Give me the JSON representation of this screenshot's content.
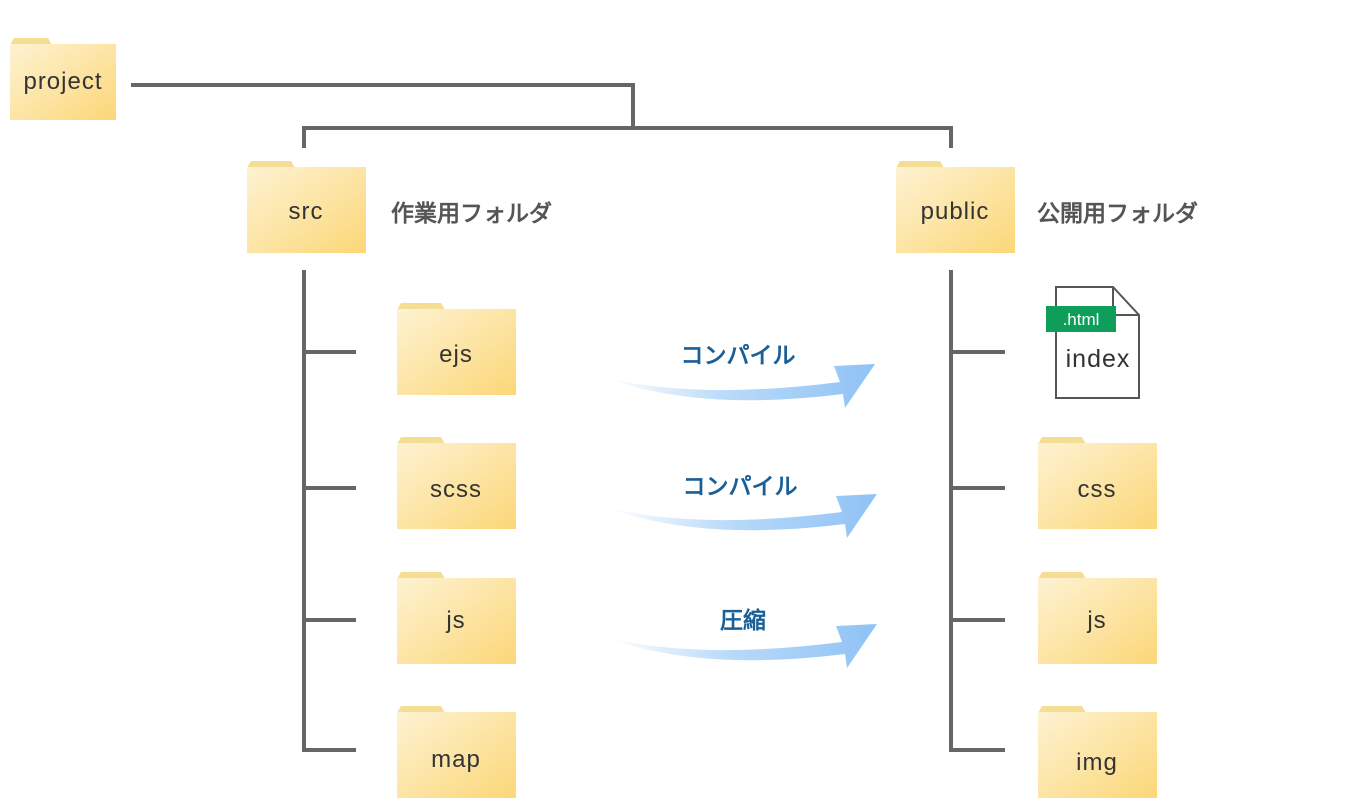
{
  "colors": {
    "line": "#666666",
    "folder_light": "#fdf1cf",
    "folder_dark": "#fcd97a",
    "folder_tab": "#f6dd94",
    "arrow": "#9cc9f7",
    "arrow_label": "#1a5f96",
    "badge_green": "#0f9e5a"
  },
  "root": {
    "label": "project",
    "icon": "folder-icon"
  },
  "src": {
    "label": "src",
    "description": "作業用フォルダ",
    "icon": "folder-icon"
  },
  "public": {
    "label": "public",
    "description": "公開用フォルダ",
    "icon": "folder-icon"
  },
  "src_children": [
    {
      "label": "ejs"
    },
    {
      "label": "scss"
    },
    {
      "label": "js"
    },
    {
      "label": "map"
    }
  ],
  "arrows": [
    {
      "label": "コンパイル"
    },
    {
      "label": "コンパイル"
    },
    {
      "label": "圧縮"
    }
  ],
  "index_file": {
    "badge": ".html",
    "name": "index",
    "icon": "html-file-icon"
  },
  "public_children": [
    {
      "label": "css"
    },
    {
      "label": "js"
    },
    {
      "label": "img"
    }
  ]
}
